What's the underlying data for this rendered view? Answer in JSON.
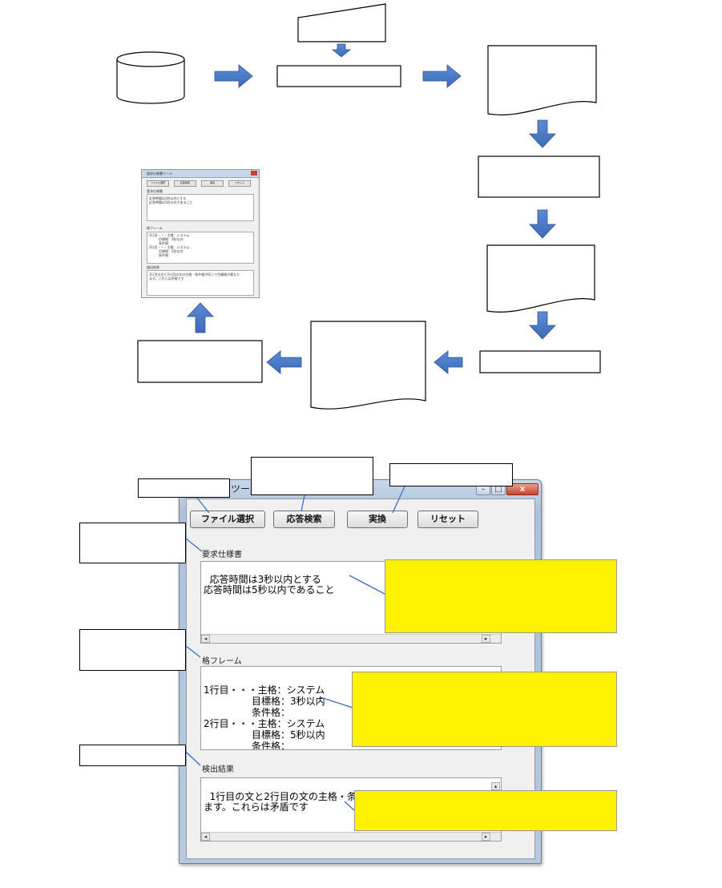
{
  "window": {
    "title_fragment": "ツール",
    "close_glyph": "x",
    "minimize_glyph": "–",
    "maximize_glyph": "□"
  },
  "buttons": {
    "file_select": "ファイル選択",
    "response_search": "応答検索",
    "replace": "実換",
    "reset": "リセット"
  },
  "sections": {
    "requirements_label": "要求仕様書",
    "requirements_text": "応答時間は3秒以内とする\n応答時間は5秒以内であること",
    "case_frame_label": "格フレーム",
    "case_frame_text": "1行目・・・主格：システム\n　　　　　目標格：3秒以内\n　　　　　条件格：\n2行目・・・主格：システム\n　　　　　目標格：5秒以内\n　　　　　条件格：",
    "detection_label": "検出結果",
    "detection_text": "1行目の文と2行目の文の主格・条件格が同じで目標格が異なり\nます。これらは矛盾です"
  },
  "thumbnail": {
    "title": "要求仕様書ツール",
    "buttons": [
      "ファイル選択",
      "応答検索",
      "実換",
      "リセット"
    ],
    "requirements_label": "要求仕様書",
    "requirements_lines": [
      "応答時間は3秒以内とする",
      "応答時間は5秒以内であること"
    ],
    "case_frame_label": "格フレーム",
    "case_frame_lines": [
      "1行目・・・主格：システム",
      "　　　目標格：3秒以内",
      "　　　条件格：",
      "2行目・・・主格：システム",
      "　　　目標格：5秒以内",
      "　　　条件格："
    ],
    "detection_label": "検出結果",
    "detection_lines": [
      "1行目の文と2行目の文の主格・条件格が同じで目標格が異なり",
      "ます。これらは矛盾です"
    ]
  },
  "colors": {
    "arrow": "#4472c4",
    "arrow_stroke": "#2f528f",
    "callout_yellow": "#fff200",
    "connector": "#3c6fc4"
  }
}
